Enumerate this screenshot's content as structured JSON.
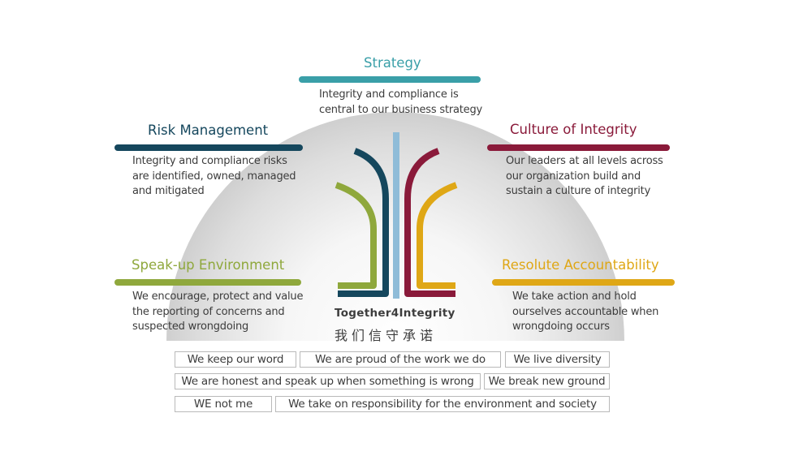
{
  "colors": {
    "strategy": "#3a9fa8",
    "risk": "#15475d",
    "culture": "#8a1a3a",
    "speakup": "#8fa83c",
    "accountability": "#dfa716",
    "center_stripe": "#8fbcd8",
    "dome_outer": "#cbcbcb",
    "dome_inner": "#ffffff"
  },
  "pillars": {
    "strategy": {
      "title": "Strategy",
      "lines": [
        "Integrity and compliance is",
        "central to our business strategy"
      ]
    },
    "risk": {
      "title": "Risk Management",
      "lines": [
        "Integrity and compliance risks",
        "are identified, owned, managed",
        "and mitigated"
      ]
    },
    "culture": {
      "title": "Culture of Integrity",
      "lines": [
        "Our leaders at all levels across",
        "our organization  build and",
        "sustain a culture of integrity"
      ]
    },
    "speakup": {
      "title": "Speak-up Environment",
      "lines": [
        "We encourage, protect and value",
        "the reporting of concerns and",
        "suspected wrongdoing"
      ]
    },
    "accountability": {
      "title": "Resolute Accountability",
      "lines": [
        "We take action and hold",
        "ourselves accountable  when",
        "wrongdoing occurs"
      ]
    }
  },
  "logo": {
    "brand": "Together4Integrity",
    "chinese": "我们信守承诺"
  },
  "values": [
    "We keep our word",
    "We are proud of the work we do",
    "We live diversity",
    "We are honest and speak up when something is wrong",
    "We break new ground",
    "WE not me",
    "We take on responsibility for the environment and society"
  ]
}
